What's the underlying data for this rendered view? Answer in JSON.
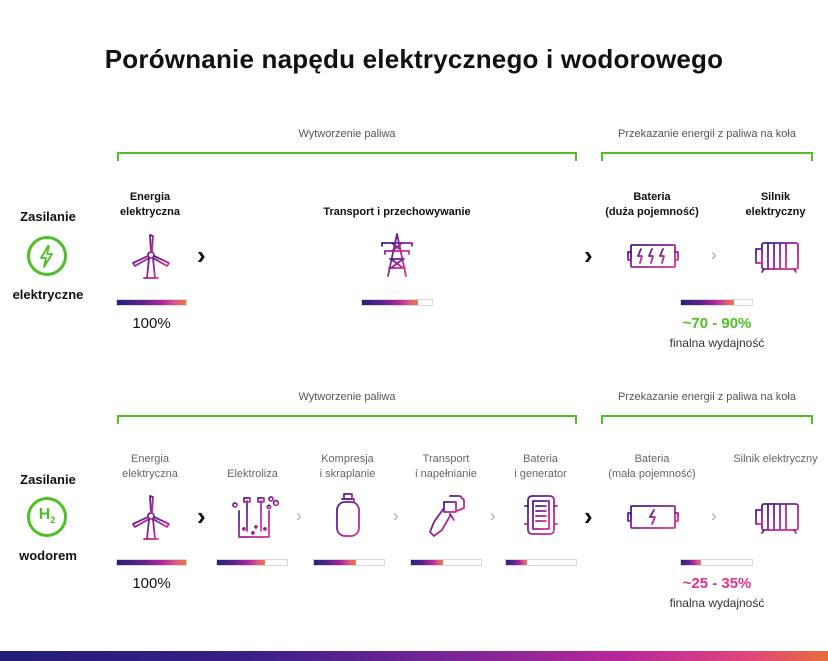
{
  "title": "Porównanie napędu elektrycznego i wodorowego",
  "sections": {
    "fuel_production": "Wytworzenie paliwa",
    "energy_transfer": "Przekazanie energii z paliwa na koła"
  },
  "colors": {
    "green": "#4fbf26",
    "magenta": "#e0338a",
    "gradient_start": "#2a1f7d",
    "gradient_end": "#e87a3c"
  },
  "electric": {
    "label_top": "Zasilanie",
    "label_bottom": "elektryczne",
    "icon": "lightning-bolt-icon",
    "steps": {
      "energy": {
        "label": "Energia elektryczna",
        "icon": "wind-turbine-icon",
        "bar": 1.0,
        "pct": "100%"
      },
      "transport": {
        "label": "Transport i przechowywanie",
        "icon": "power-pylon-icon",
        "bar": 0.8
      },
      "battery": {
        "label_line1": "Bateria",
        "label_line2": "(duża pojemność)",
        "icon": "battery-icon",
        "bar": 0.75
      },
      "motor": {
        "label": "Silnik elektryczny",
        "icon": "electric-motor-icon"
      }
    },
    "efficiency": "~70 - 90%",
    "efficiency_label": "finalna wydajność"
  },
  "hydrogen": {
    "label_top": "Zasilanie",
    "label_bottom": "wodorem",
    "icon_text": "H",
    "icon_sub": "2",
    "steps": {
      "energy": {
        "label": "Energia elektryczna",
        "icon": "wind-turbine-icon",
        "bar": 1.0,
        "pct": "100%"
      },
      "electrolysis": {
        "label": "Elektroliza",
        "icon": "electrolysis-icon",
        "bar": 0.68
      },
      "compression": {
        "label_line1": "Kompresja",
        "label_line2": "i skraplanie",
        "icon": "gas-cylinder-icon",
        "bar": 0.6
      },
      "transport": {
        "label_line1": "Transport",
        "label_line2": "i napełnianie",
        "icon": "fuel-nozzle-icon",
        "bar": 0.45
      },
      "battery_gen": {
        "label_line1": "Bateria",
        "label_line2": "i generator",
        "icon": "fuel-cell-icon",
        "bar": 0.3
      },
      "battery": {
        "label_line1": "Bateria",
        "label_line2": "(mała pojemność)",
        "icon": "small-battery-icon",
        "bar": 0.28
      },
      "motor": {
        "label": "Silnik elektryczny",
        "icon": "electric-motor-icon"
      }
    },
    "efficiency": "~25 - 35%",
    "efficiency_label": "finalna wydajność"
  }
}
